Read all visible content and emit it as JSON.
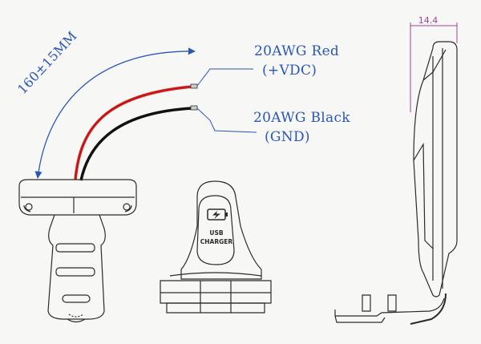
{
  "labels": {
    "length": "160±15MM",
    "red_wire": "20AWG Red",
    "red_sub": "(+VDC)",
    "black_wire": "20AWG Black",
    "black_sub": "(GND)",
    "thickness": "14.4"
  },
  "product": {
    "label_line1": "USB",
    "label_line2": "CHARGER",
    "icon": "battery-charge-icon"
  },
  "colors": {
    "annotation": "#2a56b8",
    "dimension": "#a0439a",
    "red_wire": "#d81f1f",
    "black_wire": "#111111",
    "outline": "#2b2b2b"
  }
}
